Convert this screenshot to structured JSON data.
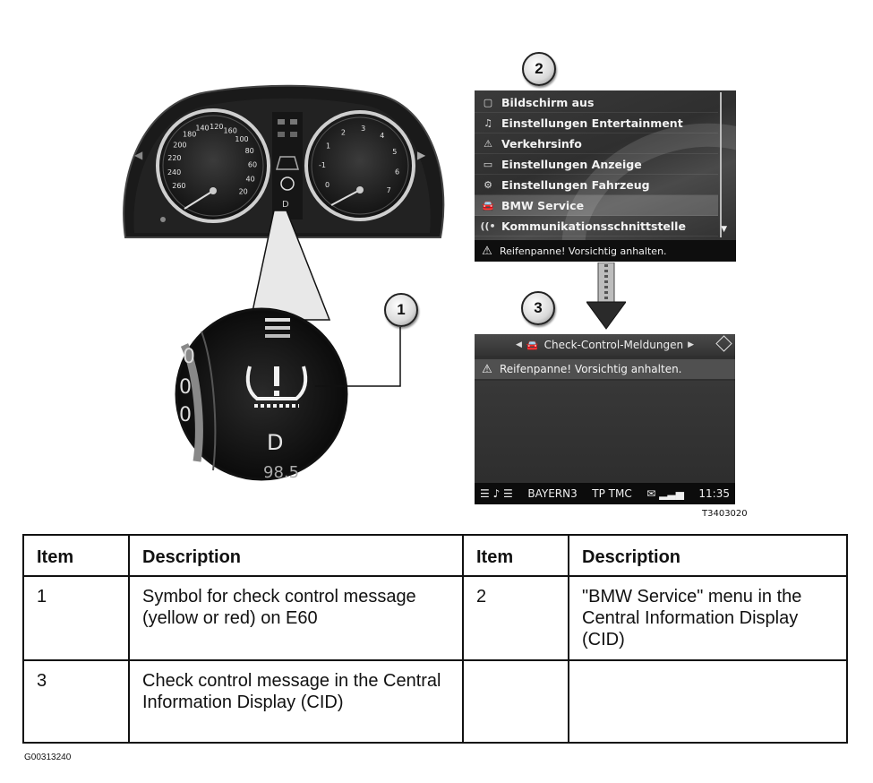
{
  "callouts": [
    "1",
    "2",
    "3"
  ],
  "cluster": {
    "speedometer_ticks": [
      "120",
      "140",
      "160",
      "100",
      "180",
      "80",
      "200",
      "60",
      "220",
      "40",
      "240",
      "20",
      "260"
    ],
    "tachometer_ticks": [
      "2",
      "3",
      "4",
      "1",
      "5",
      "-1",
      "6",
      "0",
      "7"
    ],
    "gear_indicator": "D",
    "zoom_gear": "D",
    "zoom_odometer": "98.5"
  },
  "cid_menu": {
    "items": [
      {
        "label": "Bildschirm aus",
        "icon": "screen-icon"
      },
      {
        "label": "Einstellungen Entertainment",
        "icon": "entertainment-settings-icon"
      },
      {
        "label": "Verkehrsinfo",
        "icon": "traffic-warning-icon"
      },
      {
        "label": "Einstellungen Anzeige",
        "icon": "display-settings-icon"
      },
      {
        "label": "Einstellungen Fahrzeug",
        "icon": "vehicle-settings-icon"
      },
      {
        "label": "BMW Service",
        "icon": "car-icon"
      },
      {
        "label": "Kommunikationsschnittstelle",
        "icon": "communication-icon"
      }
    ],
    "selected_index": 5,
    "status_message": "Reifenpanne! Vorsichtig anhalten."
  },
  "cid_check_control": {
    "header_title": "Check-Control-Meldungen",
    "message": "Reifenpanne! Vorsichtig anhalten.",
    "status_bar": {
      "source": "BAYERN3",
      "traffic": "TP TMC",
      "time": "11:35"
    }
  },
  "figure_code": "T3403020",
  "table": {
    "headers": [
      "Item",
      "Description",
      "Item",
      "Description"
    ],
    "rows": [
      [
        "1",
        "Symbol for check control message (yellow or red) on E60",
        "2",
        "\"BMW Service\" menu in the Central Information Display (CID)"
      ],
      [
        "3",
        "Check control message in the Central Information Display (CID)",
        "",
        ""
      ]
    ]
  },
  "document_code": "G00313240"
}
